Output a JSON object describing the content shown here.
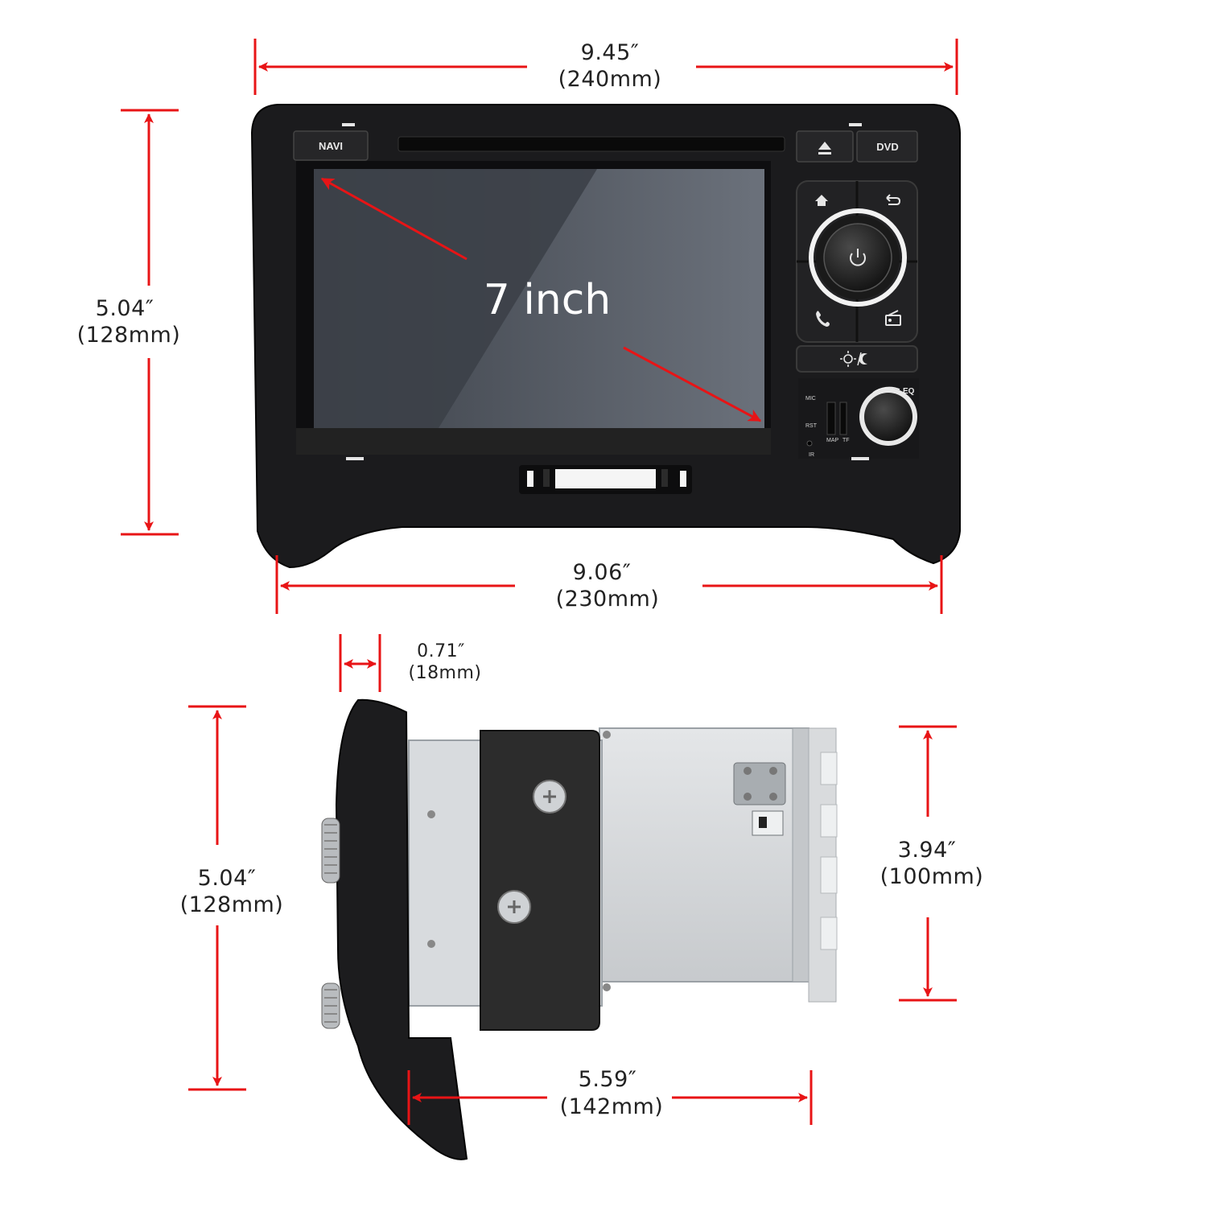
{
  "colors": {
    "dimension": "#e81416",
    "bezel": "#1b1b1d",
    "screen": "#4a4f57",
    "chassis": "#d4d7da",
    "bracket": "#2c2c2c"
  },
  "front_view": {
    "width_top": {
      "inch": "9.45″",
      "mm": "(240mm)"
    },
    "width_bottom": {
      "inch": "9.06″",
      "mm": "(230mm)"
    },
    "height": {
      "inch": "5.04″",
      "mm": "(128mm)"
    },
    "screen_label": "7 inch",
    "buttons": {
      "navi": "NAVI",
      "dvd": "DVD",
      "eq": "EQ",
      "mic": "MIC",
      "rst": "RST",
      "ir": "IR",
      "map": "MAP",
      "tf": "TF"
    },
    "icons": [
      "eject-icon",
      "home-icon",
      "back-icon",
      "power-icon",
      "phone-icon",
      "radio-icon",
      "day-night-icon"
    ]
  },
  "side_view": {
    "bezel_depth": {
      "inch": "0.71″",
      "mm": "(18mm)"
    },
    "height": {
      "inch": "5.04″",
      "mm": "(128mm)"
    },
    "chassis_height": {
      "inch": "3.94″",
      "mm": "(100mm)"
    },
    "depth": {
      "inch": "5.59″",
      "mm": "(142mm)"
    }
  }
}
